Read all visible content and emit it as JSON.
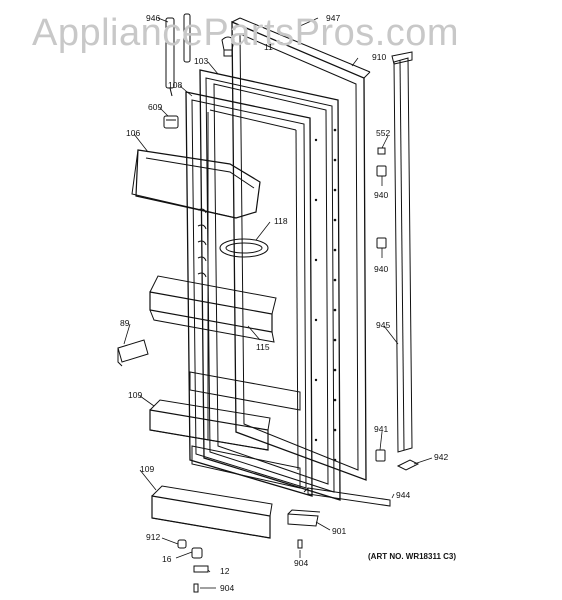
{
  "watermark": "AppliancePartsPros.com",
  "art_number": "(ART NO. WR18311 C3)",
  "callouts": {
    "c946": "946",
    "c947": "947",
    "c11": "11",
    "c103": "103",
    "c910": "910",
    "c108": "108",
    "c609": "609",
    "c106": "106",
    "c552": "552",
    "c940a": "940",
    "c118": "118",
    "c940b": "940",
    "c945": "945",
    "c89": "89",
    "c115": "115",
    "c109a": "109",
    "c941": "941",
    "c942": "942",
    "c109b": "109",
    "c944": "944",
    "c901": "901",
    "c912": "912",
    "c904a": "904",
    "c16": "16",
    "c12": "12",
    "c904b": "904"
  }
}
